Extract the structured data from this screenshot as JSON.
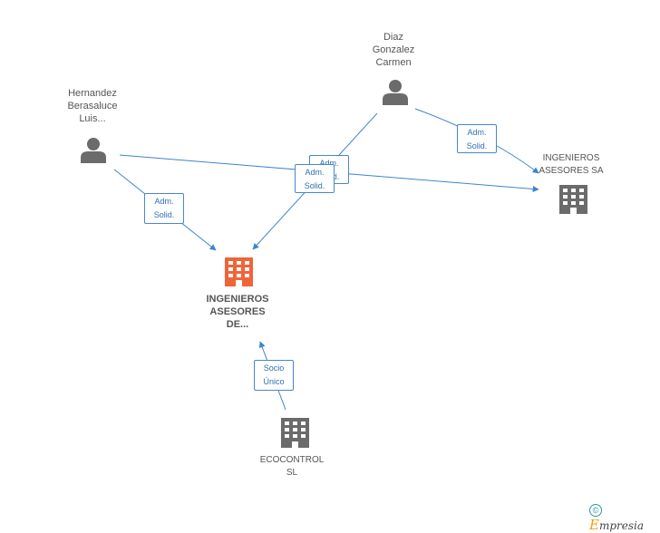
{
  "nodes": {
    "hernandez": {
      "lines": [
        "Hernandez",
        "Berasaluce",
        "Luis..."
      ],
      "type": "person"
    },
    "diaz": {
      "lines": [
        "Diaz",
        "Gonzalez",
        "Carmen"
      ],
      "type": "person"
    },
    "ingenieros_sa": {
      "lines": [
        "INGENIEROS",
        "ASESORES SA"
      ],
      "type": "company"
    },
    "ingenieros_main": {
      "lines": [
        "INGENIEROS",
        "ASESORES",
        "DE..."
      ],
      "type": "company-main"
    },
    "ecocontrol": {
      "lines": [
        "ECOCONTROL",
        "SL"
      ],
      "type": "company"
    }
  },
  "edge_labels": {
    "hernandez_main": [
      "Adm.",
      "Solid."
    ],
    "diaz_main": [
      "Adm.",
      "Solid."
    ],
    "hernandez_sa": [
      "Adm.",
      "Solid."
    ],
    "diaz_sa": [
      "Adm.",
      "Solid."
    ],
    "eco_main": [
      "Socio",
      "Único"
    ]
  },
  "colors": {
    "edge": "#3f83d1",
    "person": "#6b6b6b",
    "company": "#6b6b6b",
    "company_main": "#f0643a"
  },
  "footer": {
    "copyright": "©",
    "brand_first": "E",
    "brand_rest": "mpresia"
  }
}
